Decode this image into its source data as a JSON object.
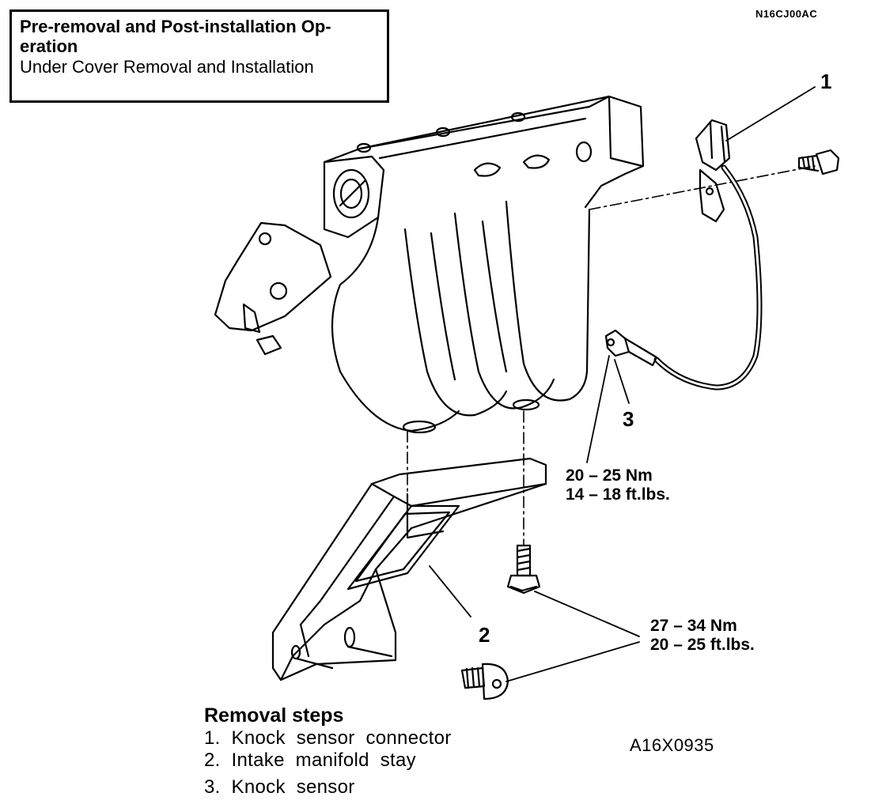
{
  "header": {
    "title_line1": "Pre-removal and Post-installation Op-",
    "title_line2": "eration",
    "subtitle": "Under Cover Removal and Installation"
  },
  "doc_code": "N16CJ00AC",
  "callouts": {
    "one": "1",
    "two": "2",
    "three": "3"
  },
  "torque": {
    "sensor_nm": "20 – 25 Nm",
    "sensor_ftlbs": "14 – 18 ft.lbs.",
    "stay_nm": "27 – 34 Nm",
    "stay_ftlbs": "20 – 25 ft.lbs."
  },
  "figure_id": "A16X0935",
  "removal": {
    "heading": "Removal  steps",
    "steps": [
      "1.  Knock  sensor  connector",
      "2.  Intake  manifold  stay",
      "3.  Knock  sensor"
    ]
  },
  "colors": {
    "ink": "#000000",
    "paper": "#ffffff"
  },
  "icons": {
    "manifold": "intake-manifold-illustration",
    "stay": "manifold-stay-illustration",
    "sensor": "knock-sensor-illustration",
    "connector": "connector-illustration",
    "bolt": "bolt-illustration"
  }
}
